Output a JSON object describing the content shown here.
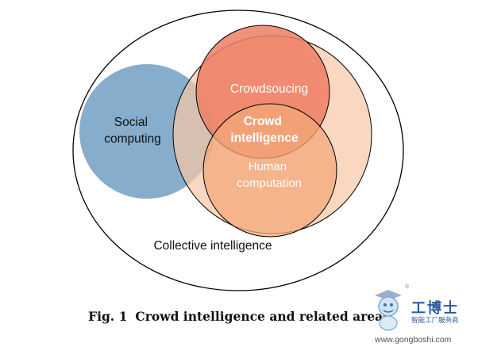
{
  "diagram": {
    "labels": {
      "social": [
        "Social",
        "computing"
      ],
      "crowdsourcing": "Crowdsoucing",
      "crowd_intelligence": [
        "Crowd",
        "intelligence"
      ],
      "human_computation": [
        "Human",
        "computation"
      ],
      "collective": "Collective intelligence"
    },
    "colors": {
      "social": "#7fa9c9",
      "crowd_region": "#f7c7a8",
      "crowdsourcing": "#ef7e64",
      "human_computation": "#f3a87a",
      "outline": "#000000"
    }
  },
  "caption": {
    "figure": "Fig. 1",
    "text": "Crowd intelligence and related areas"
  },
  "watermark": {
    "mark": "®",
    "brand": "工博士",
    "subtitle": "智能工厂服务商",
    "url": "www.gongboshi.com"
  }
}
